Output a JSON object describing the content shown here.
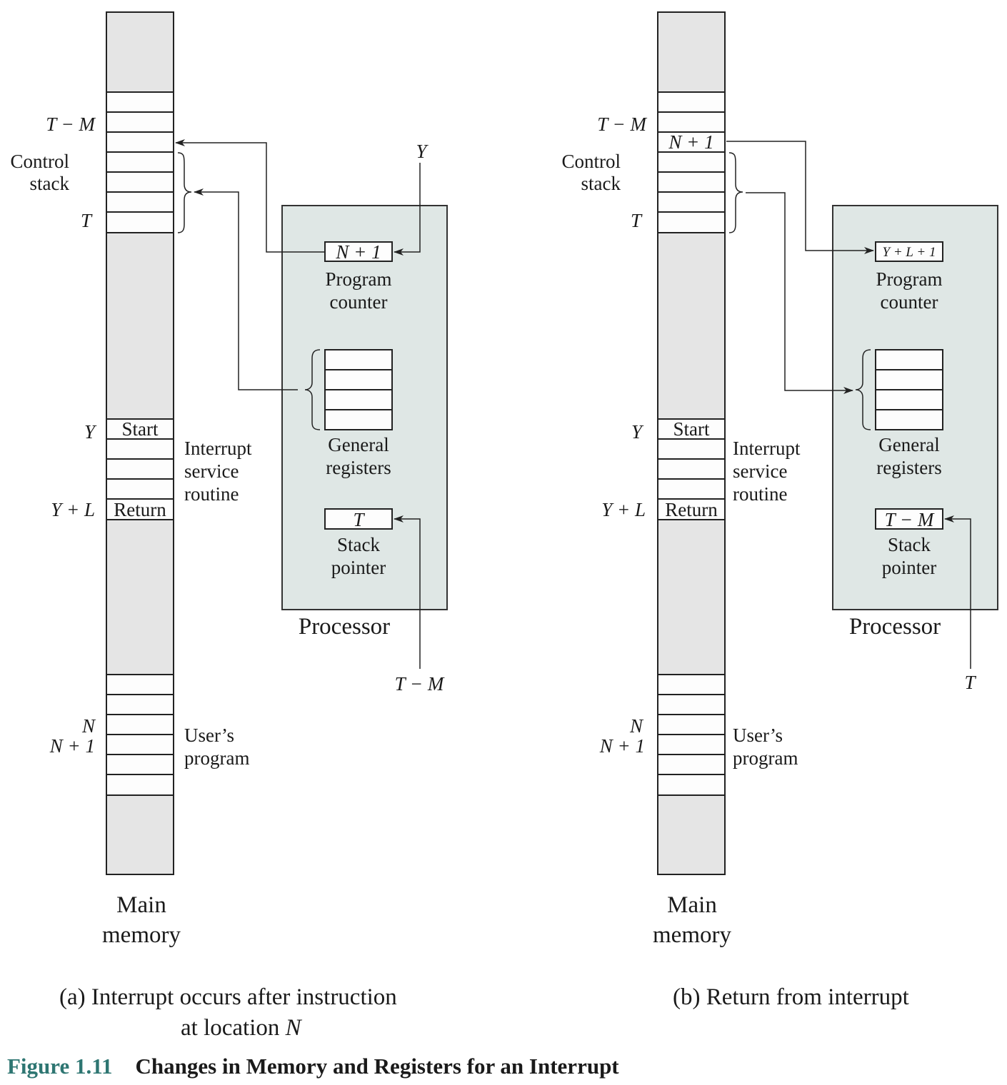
{
  "panels": [
    {
      "id": "a",
      "memory": {
        "title_line1": "Main",
        "title_line2": "memory",
        "label_t_minus_m": "T − M",
        "control_stack_line1": "Control",
        "control_stack_line2": "stack",
        "label_t": "T",
        "stack_cell_text": "",
        "label_y": "Y",
        "isr_start": "Start",
        "isr_return": "Return",
        "label_y_plus_l": "Y + L",
        "isr_line1": "Interrupt",
        "isr_line2": "service",
        "isr_line3": "routine",
        "label_n": "N",
        "label_n_plus_1": "N + 1",
        "user_line1": "User’s",
        "user_line2": "program"
      },
      "processor": {
        "title": "Processor",
        "pc_value": "N + 1",
        "pc_label_line1": "Program",
        "pc_label_line2": "counter",
        "gr_label_line1": "General",
        "gr_label_line2": "registers",
        "sp_value": "T",
        "sp_label_line1": "Stack",
        "sp_label_line2": "pointer",
        "pc_input": "Y",
        "sp_input": "T − M"
      },
      "caption_line1": "(a)  Interrupt occurs after instruction",
      "caption_line2_prefix": "at location ",
      "caption_line2_var": "N"
    },
    {
      "id": "b",
      "memory": {
        "title_line1": "Main",
        "title_line2": "memory",
        "label_t_minus_m": "T − M",
        "control_stack_line1": "Control",
        "control_stack_line2": "stack",
        "label_t": "T",
        "stack_cell_text": "N + 1",
        "label_y": "Y",
        "isr_start": "Start",
        "isr_return": "Return",
        "label_y_plus_l": "Y + L",
        "isr_line1": "Interrupt",
        "isr_line2": "service",
        "isr_line3": "routine",
        "label_n": "N",
        "label_n_plus_1": "N + 1",
        "user_line1": "User’s",
        "user_line2": "program"
      },
      "processor": {
        "title": "Processor",
        "pc_value": "Y + L + 1",
        "pc_label_line1": "Program",
        "pc_label_line2": "counter",
        "gr_label_line1": "General",
        "gr_label_line2": "registers",
        "sp_value": "T − M",
        "sp_label_line1": "Stack",
        "sp_label_line2": "pointer",
        "pc_input": "",
        "sp_input": "T"
      },
      "caption_line1": "(b)  Return from interrupt",
      "caption_line2_prefix": "",
      "caption_line2_var": ""
    }
  ],
  "figure": {
    "number": "Figure 1.11",
    "title": "Changes in Memory and Registers for an Interrupt"
  },
  "colors": {
    "figure_number": "#2e7672",
    "processor_fill": "#dfe7e5",
    "memory_fill": "#e5e5e5"
  }
}
